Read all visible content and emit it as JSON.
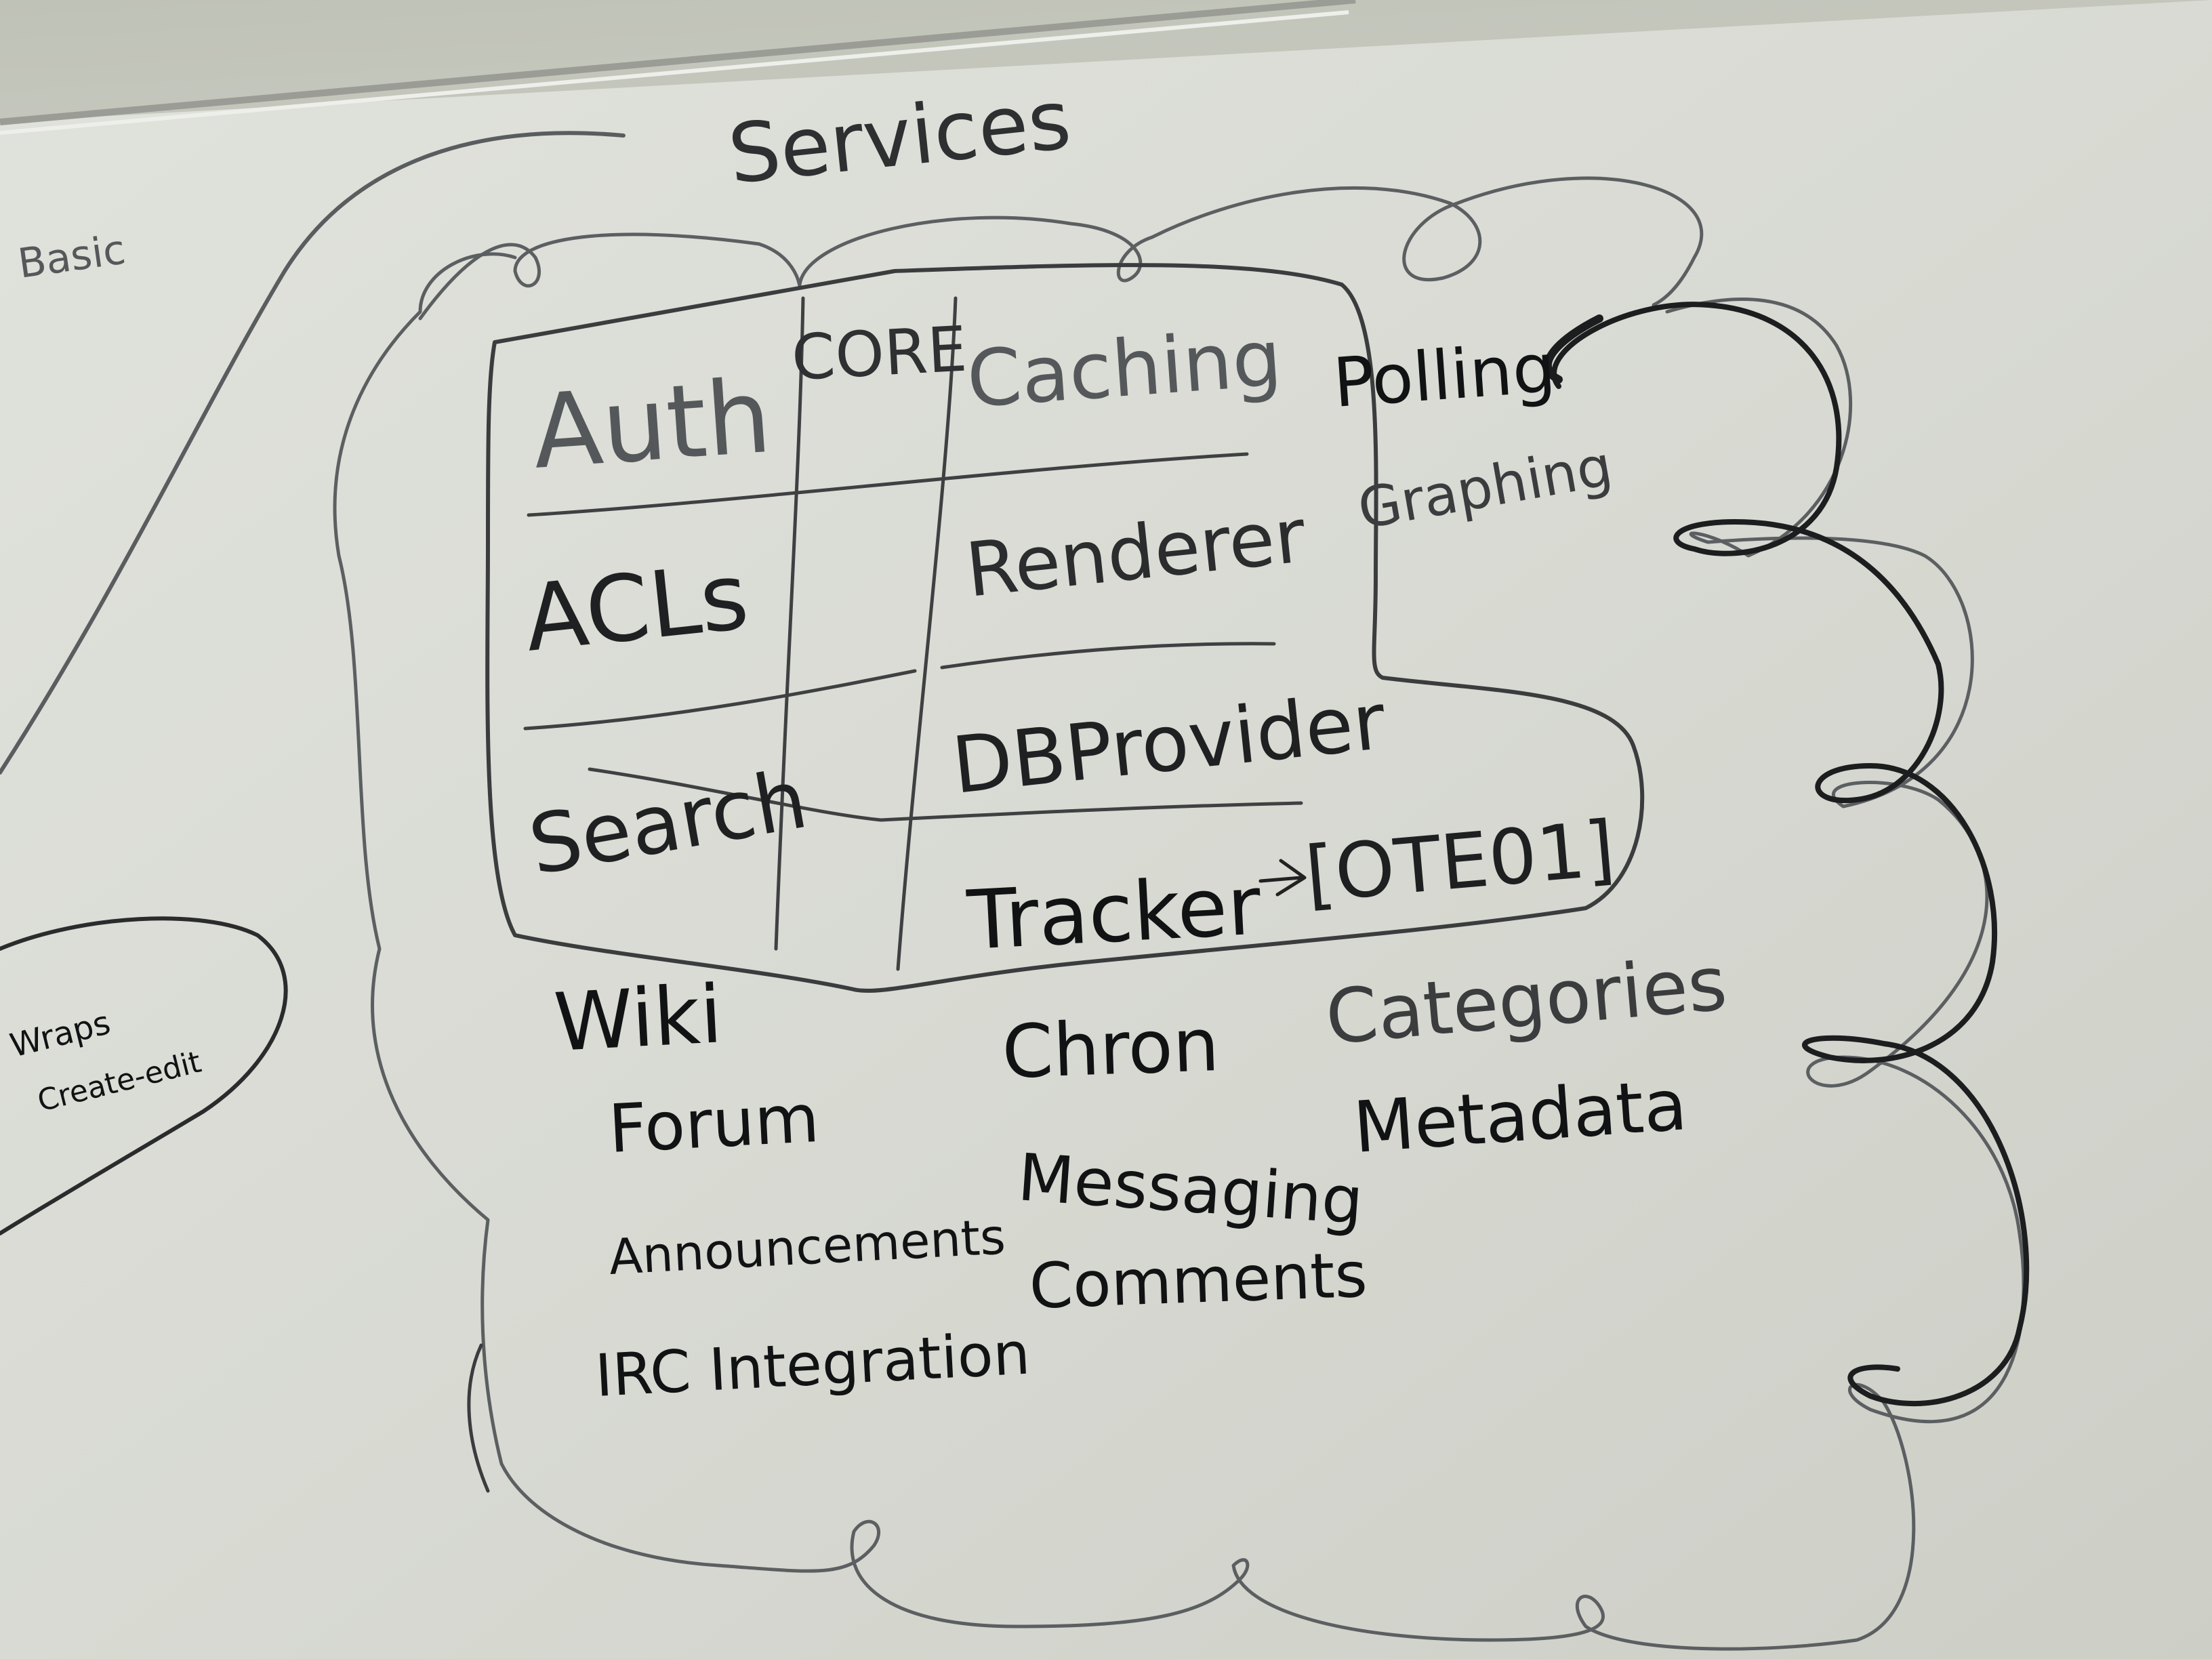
{
  "title": "Services",
  "corner_note": "Basic",
  "core_label": "CORE",
  "core_left": [
    "Auth",
    "ACLs",
    "Search"
  ],
  "core_right": [
    "Caching",
    "Renderer",
    "DBProvider",
    "Tracker"
  ],
  "tracker_target": "[OTE01]",
  "outside_right_top": [
    "Polling",
    "Graphing"
  ],
  "col_left": [
    "Wiki",
    "Forum",
    "Announcements",
    "IRC Integration"
  ],
  "col_middle": [
    "Chron",
    "Messaging",
    "Comments"
  ],
  "col_right": [
    "Categories",
    "Metadata"
  ],
  "side_note": [
    "Wraps",
    "Create-edit"
  ],
  "colors": {
    "board": "#d6d8d0",
    "ink": "#1e1e1e",
    "faint_ink": "#55585a"
  }
}
